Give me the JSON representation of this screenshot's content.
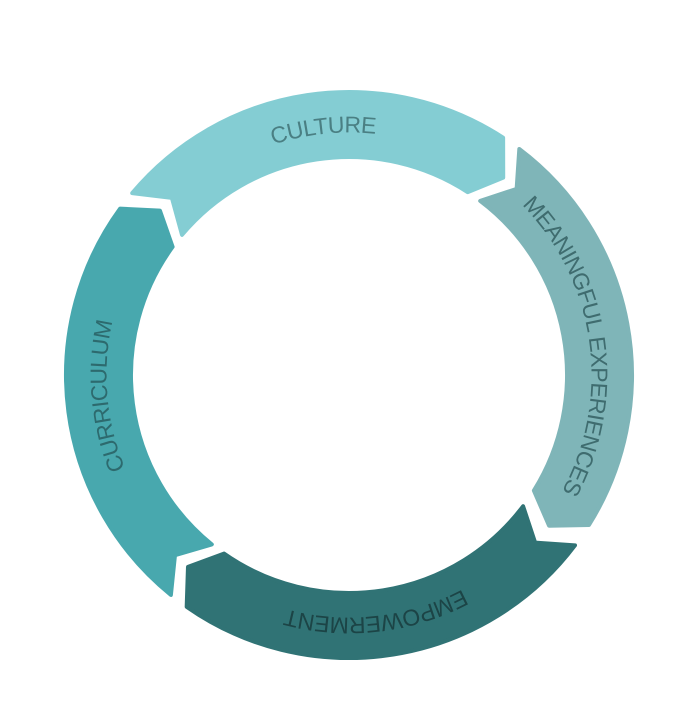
{
  "segments": [
    {
      "id": "culture",
      "label": "CULTURE",
      "color": "#84cdd3",
      "text_color": "#4a7f83",
      "start_deg": -50,
      "end_deg": 33
    },
    {
      "id": "meaningful-experiences",
      "label": "MEANINGFUL EXPERIENCES",
      "color": "#7fb5b8",
      "text_color": "#3f6c6f",
      "start_deg": 37,
      "end_deg": 122
    },
    {
      "id": "empowerment",
      "label": "EMPOWERMENT",
      "color": "#307375",
      "text_color": "#1c4446",
      "start_deg": 127,
      "end_deg": 215
    },
    {
      "id": "curriculum",
      "label": "CURRICULUM",
      "color": "#48a8ae",
      "text_color": "#2d6a6e",
      "start_deg": 219,
      "end_deg": 306
    }
  ]
}
